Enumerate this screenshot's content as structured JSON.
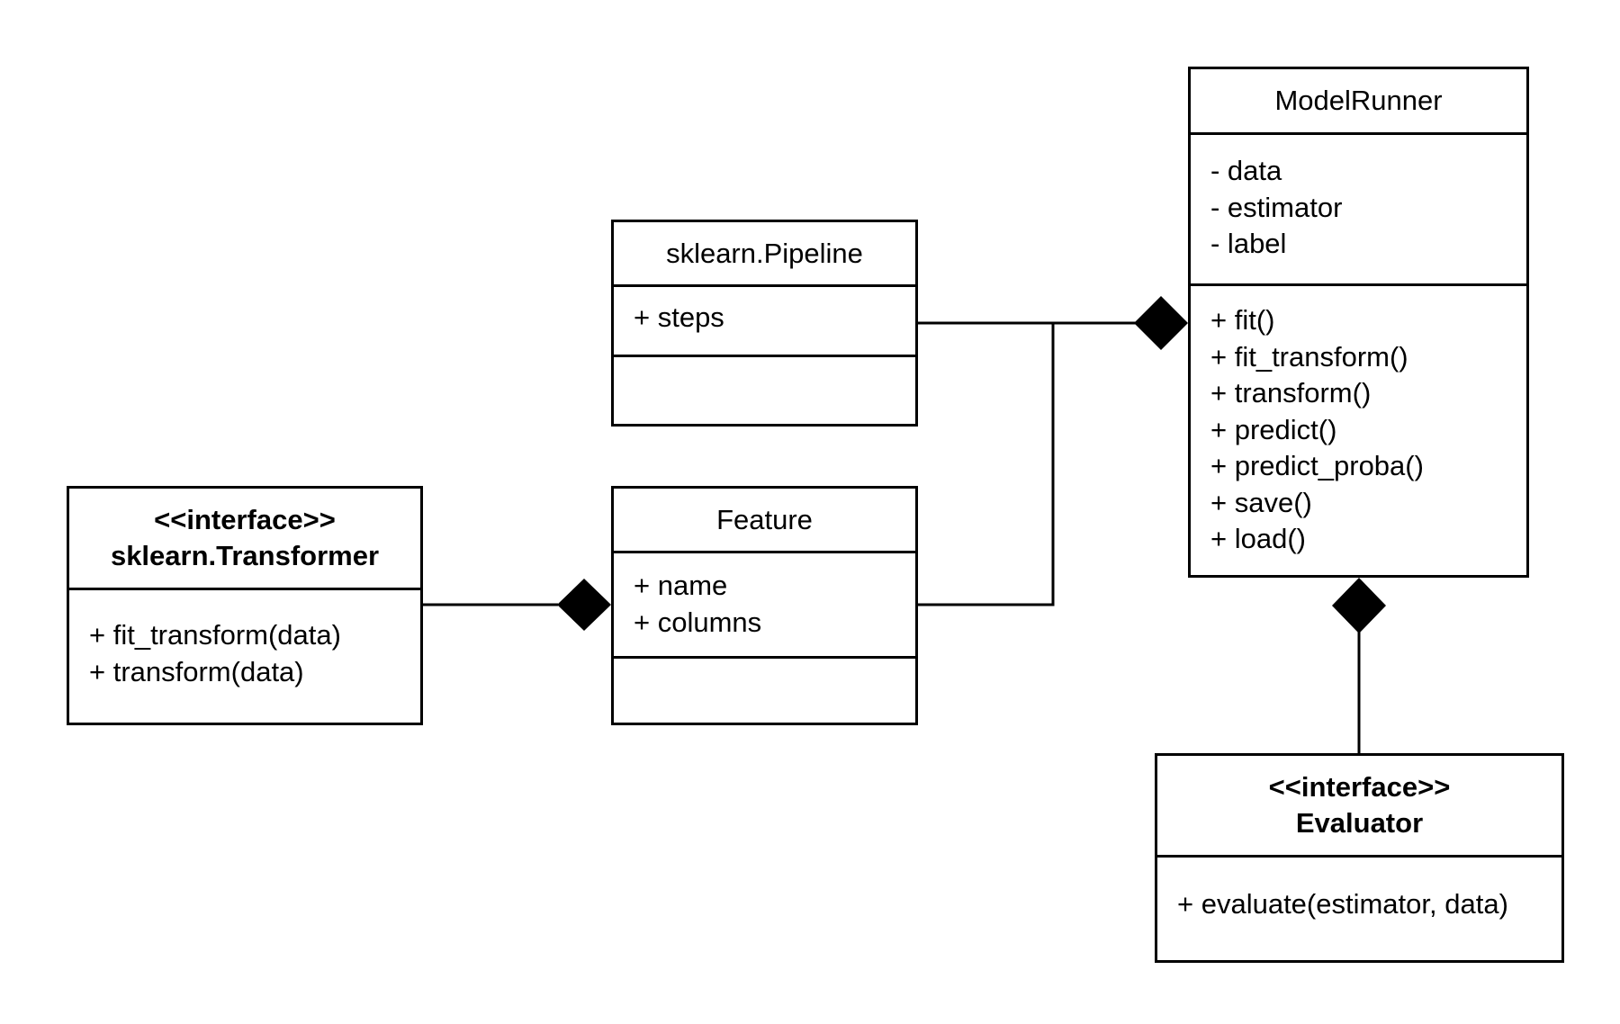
{
  "classes": {
    "model_runner": {
      "name": "ModelRunner",
      "attributes": [
        "- data",
        "- estimator",
        "- label"
      ],
      "operations": [
        "+ fit()",
        "+ fit_transform()",
        "+ transform()",
        "+ predict()",
        "+ predict_proba()",
        "+ save()",
        "+ load()"
      ]
    },
    "pipeline": {
      "name": "sklearn.Pipeline",
      "attributes": [
        "+ steps"
      ],
      "operations": []
    },
    "feature": {
      "name": "Feature",
      "attributes": [
        "+ name",
        "+ columns"
      ],
      "operations": []
    },
    "transformer": {
      "stereotype": "<<interface>>",
      "name": "sklearn.Transformer",
      "operations": [
        "+ fit_transform(data)",
        "+ transform(data)"
      ]
    },
    "evaluator": {
      "stereotype": "<<interface>>",
      "name": "Evaluator",
      "operations": [
        "+ evaluate(estimator, data)"
      ]
    }
  },
  "relationships": [
    {
      "type": "composition",
      "whole": "ModelRunner",
      "part": "sklearn.Pipeline"
    },
    {
      "type": "composition",
      "whole": "ModelRunner",
      "part": "Feature"
    },
    {
      "type": "composition",
      "whole": "Feature",
      "part": "sklearn.Transformer"
    },
    {
      "type": "composition",
      "whole": "ModelRunner",
      "part": "Evaluator"
    }
  ],
  "colors": {
    "line": "#000000",
    "background": "#ffffff"
  }
}
